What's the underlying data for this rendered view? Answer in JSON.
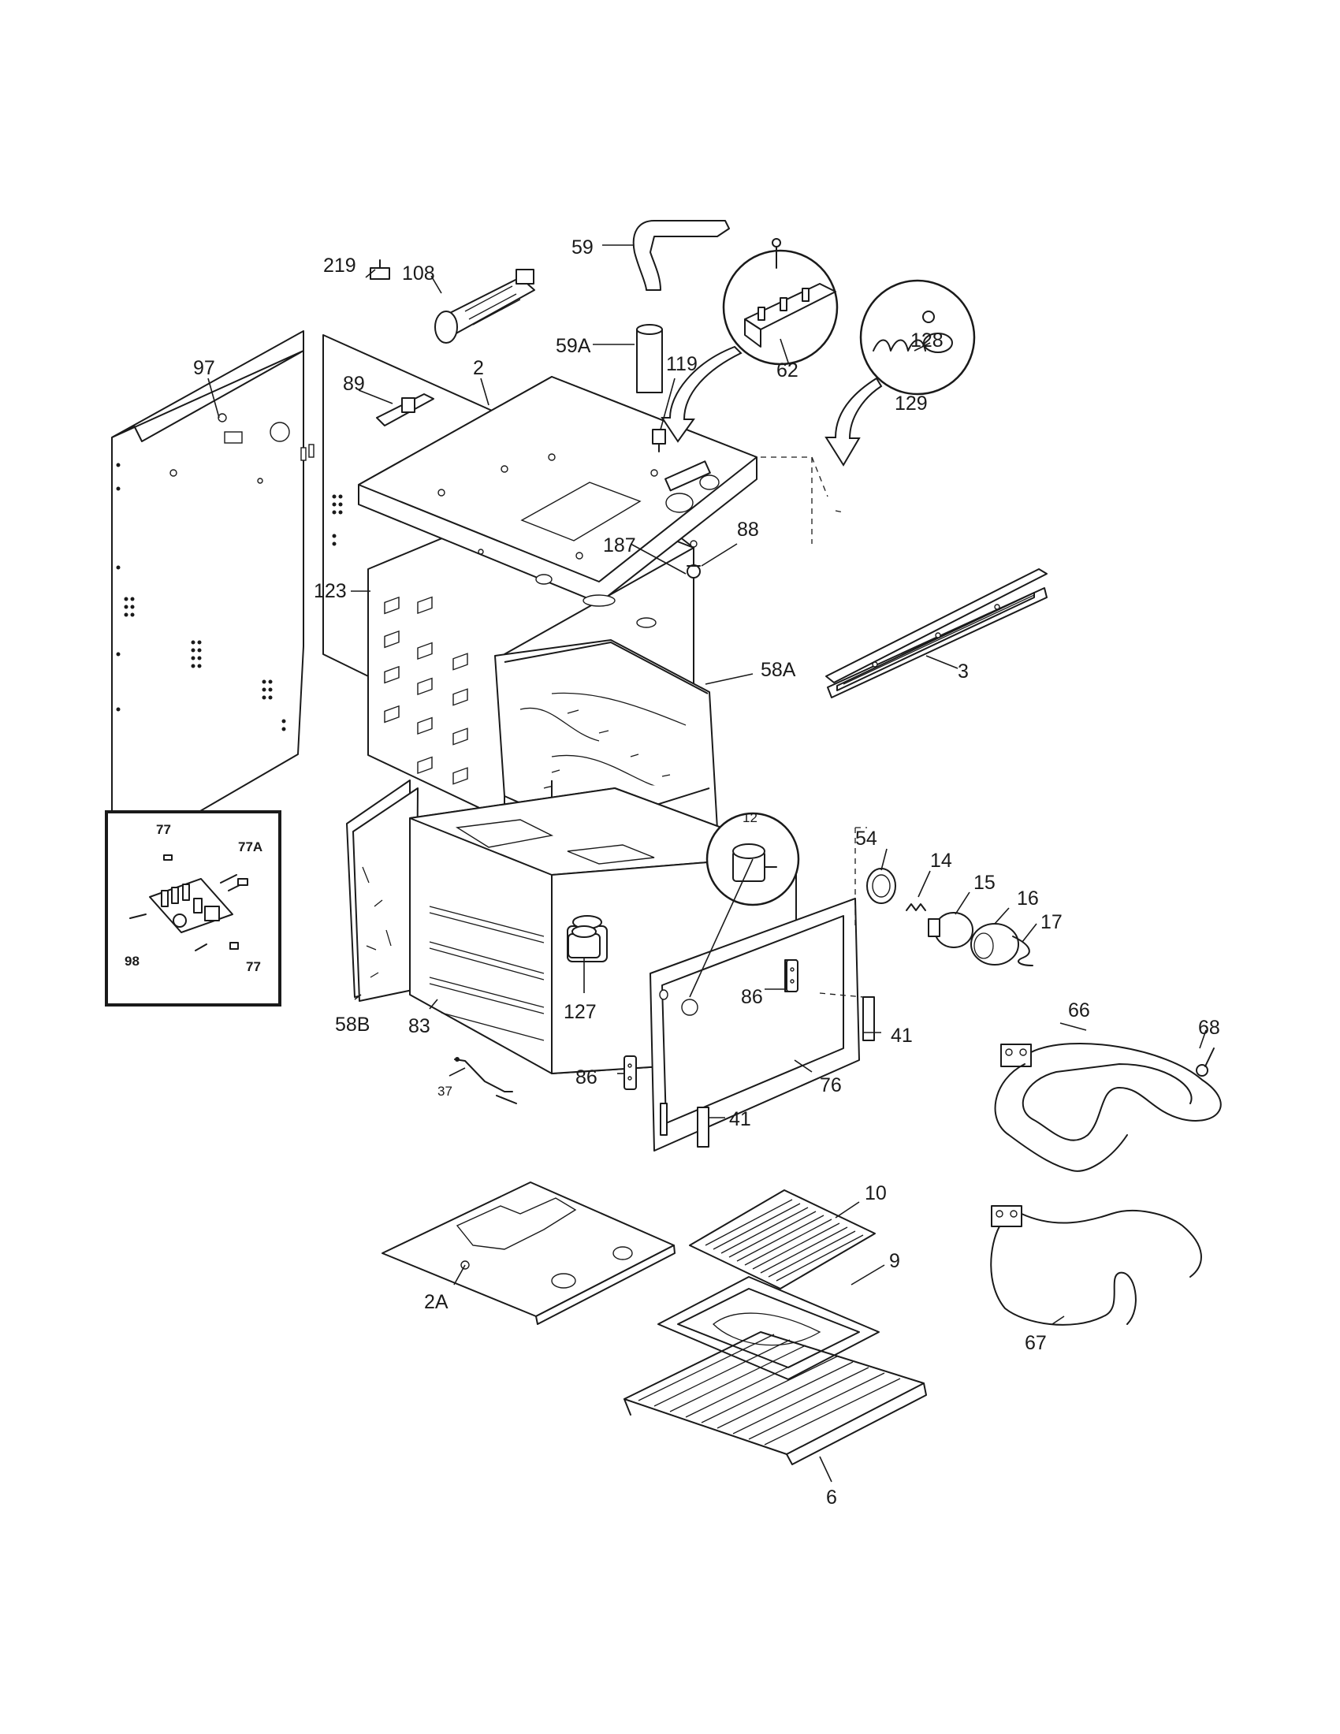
{
  "labels": {
    "p219": "219",
    "p108": "108",
    "p59": "59",
    "p59A": "59A",
    "p119": "119",
    "p62": "62",
    "p128": "128",
    "p129": "129",
    "p97": "97",
    "p89": "89",
    "p2": "2",
    "p187": "187",
    "p88": "88",
    "p123": "123",
    "p3": "3",
    "p58A": "58A",
    "p12": "12",
    "p54": "54",
    "p14": "14",
    "p15": "15",
    "p16": "16",
    "p17": "17",
    "p86_upper": "86",
    "p41_upper": "41",
    "p66": "66",
    "p68": "68",
    "p58B": "58B",
    "p83": "83",
    "p127": "127",
    "p86_lower": "86",
    "p76": "76",
    "p37": "37",
    "p41_lower": "41",
    "p10": "10",
    "p9": "9",
    "p2A": "2A",
    "p67": "67",
    "p6": "6",
    "inset_77_top": "77",
    "inset_77A": "77A",
    "inset_98": "98",
    "inset_77_bottom": "77"
  }
}
